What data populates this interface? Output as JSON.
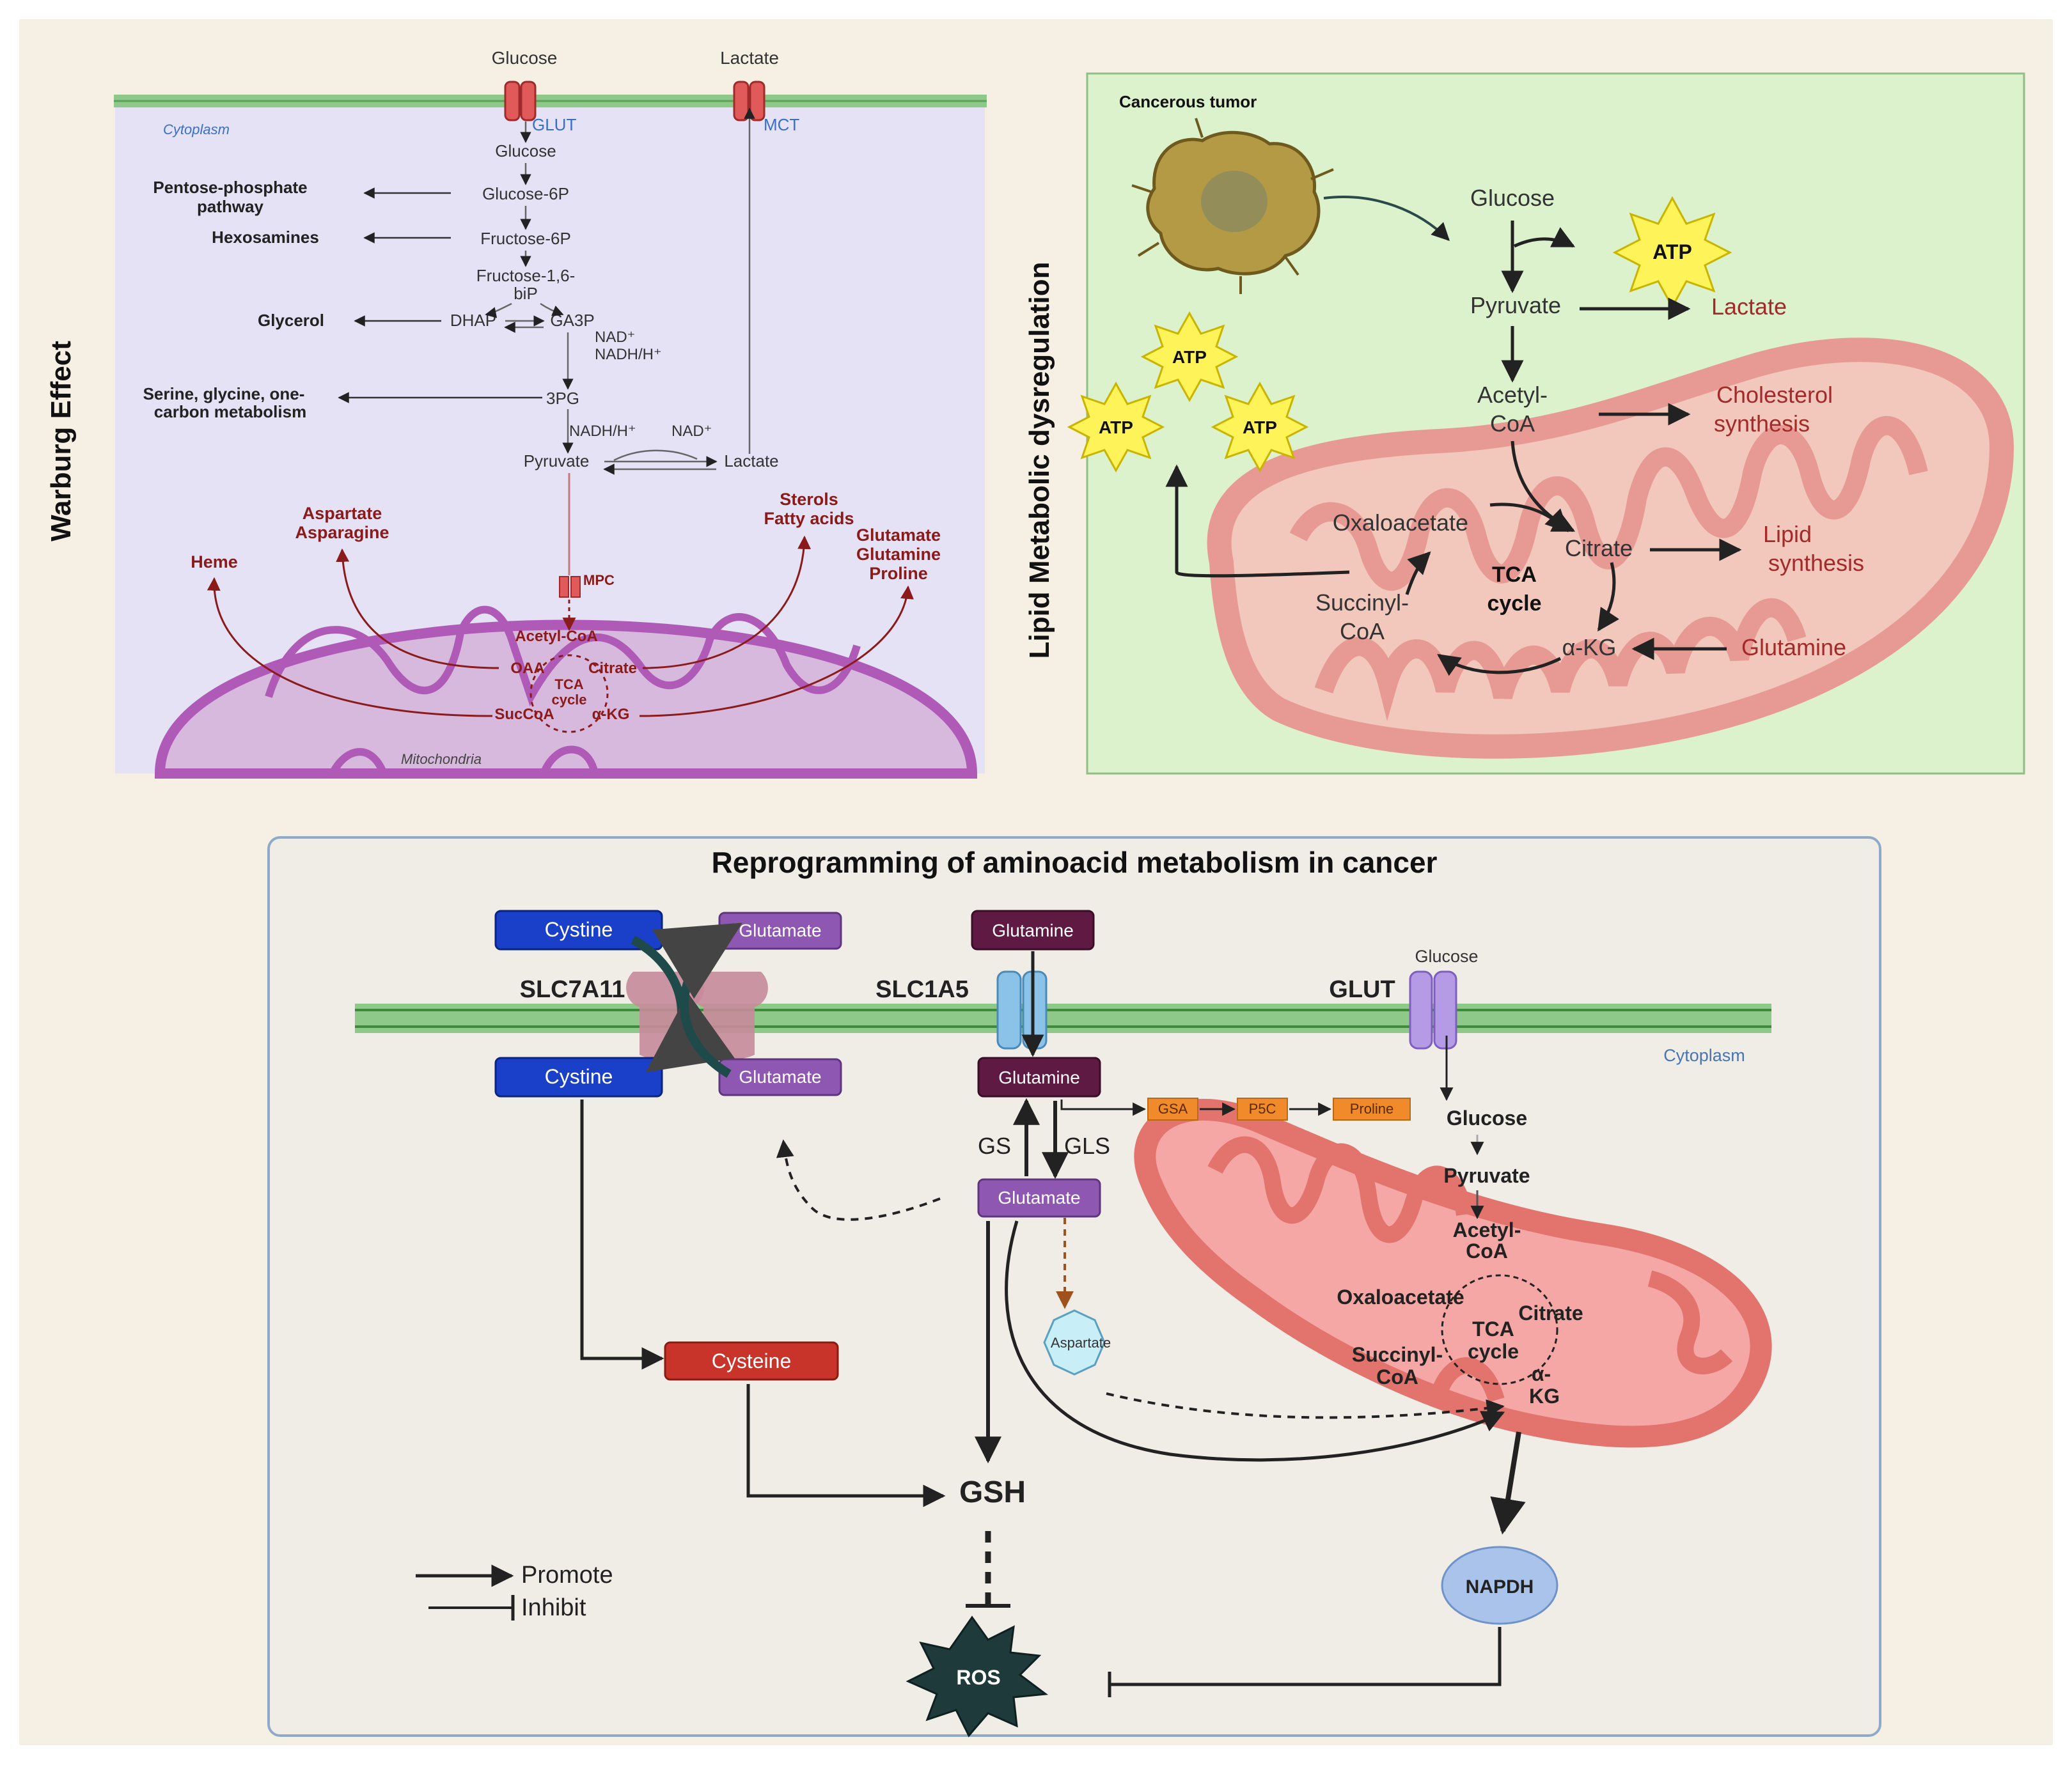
{
  "warburg": {
    "side_title": "Warburg Effect",
    "glucose_top": "Glucose",
    "lactate_top": "Lactate",
    "glut": "GLUT",
    "mct": "MCT",
    "cytoplasm": "Cytoplasm",
    "glucose": "Glucose",
    "glucose_6p": "Glucose-6P",
    "fructose_6p": "Fructose-6P",
    "fructose_16_l1": "Fructose-1,6-",
    "fructose_16_l2": "biP",
    "dhap": "DHAP",
    "ga3p": "GA3P",
    "nad_plus": "NAD⁺",
    "nadh_h": "NADH/H⁺",
    "three_pg": "3PG",
    "nadh_h2": "NADH/H⁺",
    "nad_plus2": "NAD⁺",
    "pyruvate": "Pyruvate",
    "lactate": "Lactate",
    "ppp_l1": "Pentose-phosphate",
    "ppp_l2": "pathway",
    "hexosamines": "Hexosamines",
    "glycerol": "Glycerol",
    "serine_l1": "Serine, glycine, one-",
    "serine_l2": "carbon metabolism",
    "aspartate": "Aspartate",
    "asparagine": "Asparagine",
    "sterols": "Sterols",
    "fatty_acids": "Fatty acids",
    "glutamate": "Glutamate",
    "glutamine": "Glutamine",
    "proline": "Proline",
    "heme": "Heme",
    "mpc": "MPC",
    "acetyl_coa": "Acetyl-CoA",
    "oaa": "OAA",
    "citrate": "Citrate",
    "tca_l1": "TCA",
    "tca_l2": "cycle",
    "succoa": "SucCoA",
    "akg": "α-KG",
    "mitochondria": "Mitochondria"
  },
  "lipid": {
    "side_title": "Lipid Metabolic dysregulation",
    "tumor_label": "Cancerous tumor",
    "glucose": "Glucose",
    "atp": "ATP",
    "pyruvate": "Pyruvate",
    "lactate": "Lactate",
    "acetyl_l1": "Acetyl-",
    "acetyl_l2": "CoA",
    "cholesterol_l1": "Cholesterol",
    "cholesterol_l2": "synthesis",
    "oxaloacetate": "Oxaloacetate",
    "citrate": "Citrate",
    "lipid_l1": "Lipid",
    "lipid_l2": "synthesis",
    "tca_l1": "TCA",
    "tca_l2": "cycle",
    "succinyl_l1": "Succinyl-",
    "succinyl_l2": "CoA",
    "akg": "α-KG",
    "glutamine": "Glutamine"
  },
  "amino": {
    "title": "Reprogramming of aminoacid metabolism in cancer",
    "cystine_out": "Cystine",
    "glutamate_out": "Glutamate",
    "glutamine_out": "Glutamine",
    "glucose_out": "Glucose",
    "slc7a11": "SLC7A11",
    "slc1a5": "SLC1A5",
    "glut": "GLUT",
    "cytoplasm": "Cytoplasm",
    "cystine_in": "Cystine",
    "glutamate_in": "Glutamate",
    "glutamine_in": "Glutamine",
    "gsa": "GSA",
    "p5c": "P5C",
    "proline": "Proline",
    "glucose_in": "Glucose",
    "gs": "GS",
    "gls": "GLS",
    "glutamate_mid": "Glutamate",
    "pyruvate": "Pyruvate",
    "acetyl_l1": "Acetyl-",
    "acetyl_l2": "CoA",
    "oxaloacetate": "Oxaloacetate",
    "citrate": "Citrate",
    "tca_l1": "TCA",
    "tca_l2": "cycle",
    "succinyl_l1": "Succinyl-",
    "succinyl_l2": "CoA",
    "akg_l1": "α-",
    "akg_l2": "KG",
    "aspartate": "Aspartate",
    "cysteine": "Cysteine",
    "gsh": "GSH",
    "napdh": "NAPDH",
    "ros": "ROS",
    "legend_promote": "Promote",
    "legend_inhibit": "Inhibit"
  },
  "colors": {
    "background": "#f5f0e3",
    "warburg_panel": "#e4e2f4",
    "lipid_panel": "#dcf2cc",
    "amino_panel": "#efede6",
    "membrane": "#8ec98a",
    "mito_purple": "#b05ab8",
    "mito_red": "#e79a94",
    "dark_red_text": "#8b1a1a",
    "cystine_blue": "#1a3fc8",
    "glutamate_purple": "#8e58b2",
    "glutamine_maroon": "#5e1a42",
    "cysteine_red": "#c8342a",
    "atp_yellow": "#fff35a",
    "napdh_blue": "#a9c3ea",
    "ros_dark": "#1f3a3a"
  }
}
